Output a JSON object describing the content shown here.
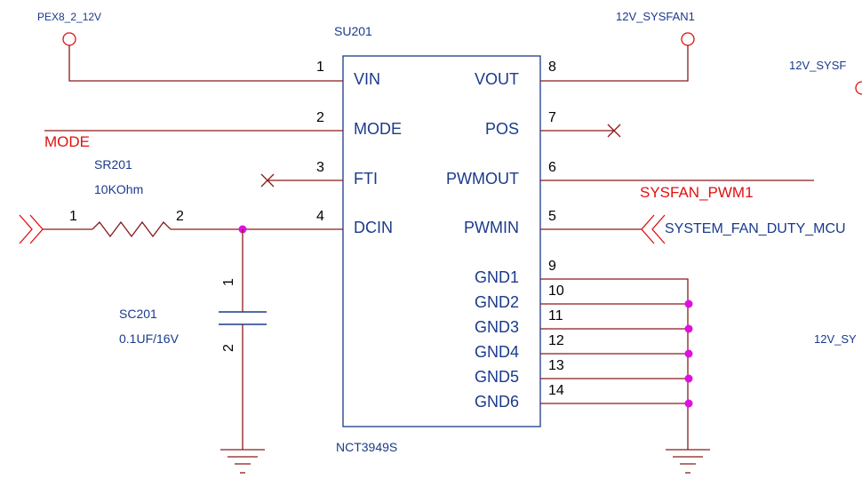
{
  "ic": {
    "refdes": "SU201",
    "part": "NCT3949S",
    "left_pins": [
      {
        "num": "1",
        "name": "VIN"
      },
      {
        "num": "2",
        "name": "MODE"
      },
      {
        "num": "3",
        "name": "FTI"
      },
      {
        "num": "4",
        "name": "DCIN"
      }
    ],
    "right_pins": [
      {
        "num": "8",
        "name": "VOUT"
      },
      {
        "num": "7",
        "name": "POS"
      },
      {
        "num": "6",
        "name": "PWMOUT"
      },
      {
        "num": "5",
        "name": "PWMIN"
      },
      {
        "num": "9",
        "name": "GND1"
      },
      {
        "num": "10",
        "name": "GND2"
      },
      {
        "num": "11",
        "name": "GND3"
      },
      {
        "num": "12",
        "name": "GND4"
      },
      {
        "num": "13",
        "name": "GND5"
      },
      {
        "num": "14",
        "name": "GND6"
      }
    ]
  },
  "nets": {
    "pex": "PEX8_2_12V",
    "sysfan": "12V_SYSFAN1",
    "sysfan_cut1": "12V_SYSF",
    "sysfan_cut2": "12V_SY",
    "mode": "MODE",
    "pwm_out": "SYSFAN_PWM1",
    "duty": "SYSTEM_FAN_DUTY_MCU"
  },
  "resistor": {
    "refdes": "SR201",
    "value": "10KOhm",
    "pin1": "1",
    "pin2": "2"
  },
  "capacitor": {
    "refdes": "SC201",
    "value": "0.1UF/16V",
    "pin1": "1",
    "pin2": "2"
  }
}
